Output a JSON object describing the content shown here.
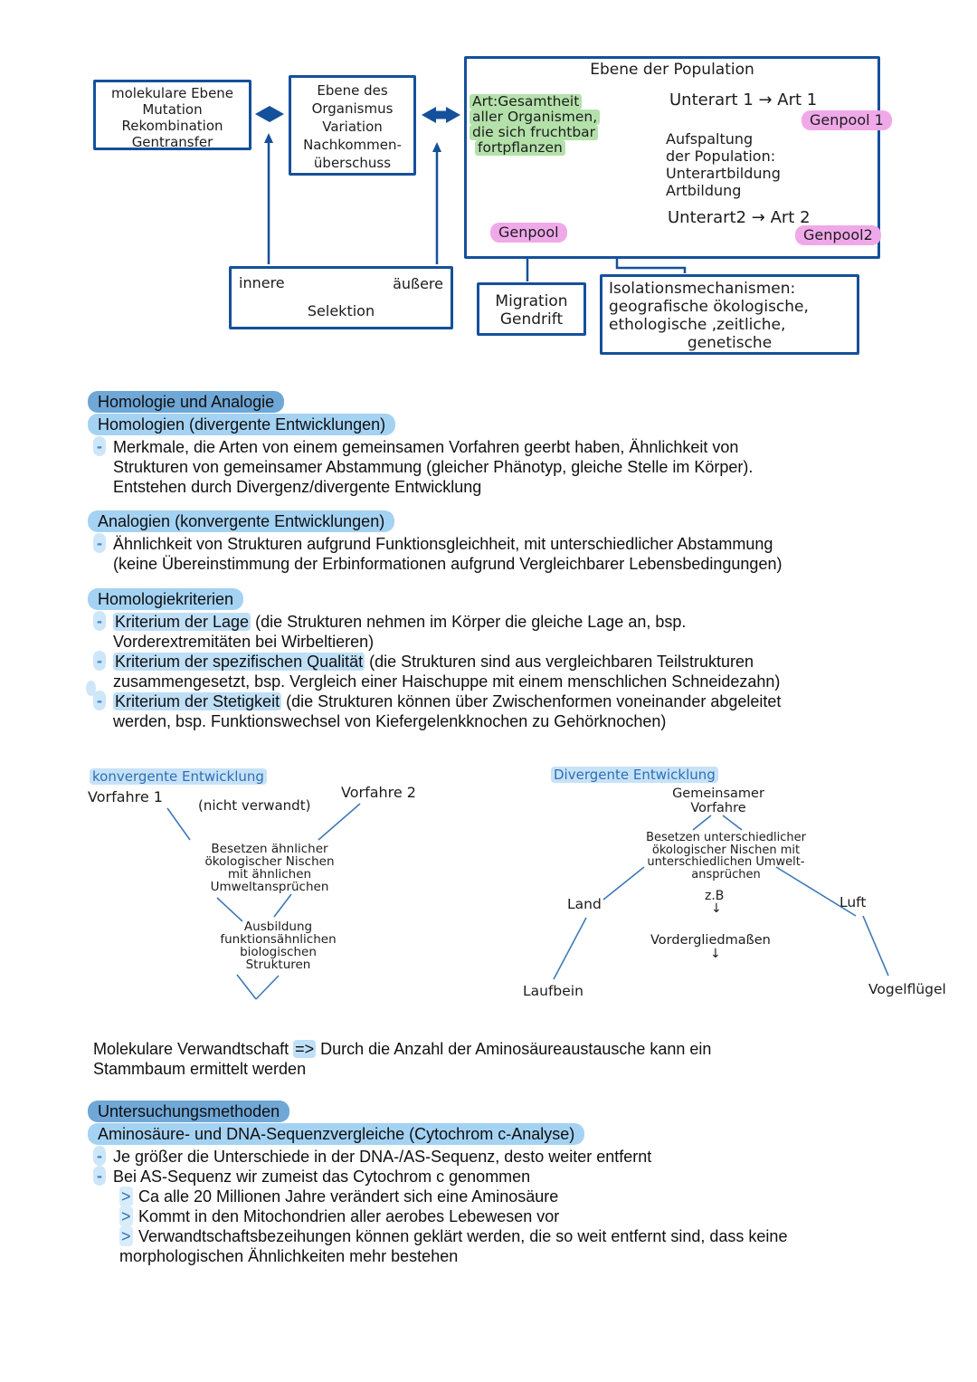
{
  "colors": {
    "diagram_blue": "#15509b",
    "hand_blue": "#2e6fb5",
    "highlight_green": "#b4e1aa",
    "highlight_pink": "#f0a9e8",
    "pill_dark_blue": "#6fa7d7",
    "pill_light_blue": "#a4d2f3",
    "inline_highlight_blue": "#bfdff7"
  },
  "markers": {
    "dash": "-",
    "gt": ">"
  },
  "top_diagram": {
    "molecular_box": {
      "lines": [
        "molekulare Ebene",
        "Mutation",
        "Rekombination",
        "Gentransfer"
      ]
    },
    "organism_box": {
      "lines": [
        "Ebene des",
        "Organismus",
        "Variation",
        "Nachkommen-",
        "überschuss"
      ]
    },
    "population_box": {
      "title": "Ebene der Population",
      "art_lines": [
        "Art:Gesamtheit",
        "aller Organismen,",
        "die sich fruchtbar",
        "fortpflanzen"
      ],
      "subspecies1": "Unterart 1 → Art 1",
      "genpool1": "Genpool 1",
      "split_lines": [
        "Aufspaltung",
        "der Population:",
        "Unterartbildung",
        "Artbildung"
      ],
      "subspecies2": "Unterart2 → Art 2",
      "genpool2": "Genpool2",
      "genpool": "Genpool"
    },
    "selection_box": {
      "inner": "innere",
      "outer": "äußere",
      "label": "Selektion"
    },
    "migration_box": {
      "lines": [
        "Migration",
        "Gendrift"
      ]
    },
    "isolation_box": {
      "lines": [
        "Isolationsmechanismen:",
        "geografische ökologische,",
        "ethologische ,zeitliche,",
        "genetische"
      ]
    }
  },
  "sections": {
    "homologie": {
      "title": "Homologie und Analogie",
      "subtitle": "Homologien (divergente Entwicklungen)",
      "lines": [
        "Merkmale, die Arten von einem gemeinsamen Vorfahren geerbt haben, Ähnlichkeit von",
        "Strukturen von gemeinsamer Abstammung (gleicher Phänotyp, gleiche Stelle im Körper).",
        "Entstehen durch Divergenz/divergente Entwicklung"
      ]
    },
    "analogien": {
      "title": "Analogien (konvergente Entwicklungen)",
      "lines": [
        "Ähnlichkeit von Strukturen aufgrund Funktionsgleichheit, mit unterschiedlicher Abstammung",
        "(keine Übereinstimmung der Erbinformationen aufgrund Vergleichbarer Lebensbedingungen)"
      ]
    },
    "kriterien": {
      "title": "Homologiekriterien",
      "items": [
        {
          "lead": "Kriterium der Lage",
          "rest": " (die Strukturen nehmen im Körper die gleiche Lage an, bsp.",
          "line2": "Vorderextremitäten bei Wirbeltieren)"
        },
        {
          "lead": "Kriterium der spezifischen Qualität",
          "rest": " (die Strukturen sind aus vergleichbaren Teilstrukturen",
          "line2": "zusammengesetzt, bsp. Vergleich einer Haischuppe mit einem menschlichen Schneidezahn)"
        },
        {
          "lead": "Kriterium der Stetigkeit",
          "rest": " (die Strukturen können über Zwischenformen voneinander abgeleitet",
          "line2": "werden, bsp. Funktionswechsel von Kiefergelenkknochen zu Gehörknochen)"
        }
      ]
    },
    "molekular": {
      "lead": "Molekulare Verwandtschaft ",
      "arrow": "=>",
      "rest": " Durch die Anzahl der Aminosäureaustausche kann ein",
      "line2": "Stammbaum ermittelt werden"
    },
    "untersuchung": {
      "title": "Untersuchungsmethoden",
      "subtitle": "Aminosäure- und DNA-Sequenzvergleiche (Cytochrom c-Analyse)",
      "bullets": [
        "Je größer die Unterschiede in der DNA-/AS-Sequenz, desto weiter entfernt",
        "Bei AS-Sequenz wir zumeist das Cytochrom c genommen"
      ],
      "subbullets": [
        "Ca alle 20 Millionen Jahre verändert sich eine Aminosäure",
        "Kommt in den Mitochondrien aller aerobes Lebewesen vor",
        "Verwandtschaftsbezeihungen können geklärt werden, die so weit entfernt sind, dass keine"
      ],
      "continuation": "morphologischen Ähnlichkeiten mehr bestehen"
    }
  },
  "convergent_diagram": {
    "title": "konvergente Entwicklung",
    "ancestor1": "Vorfahre 1",
    "not_related": "(nicht verwandt)",
    "ancestor2": "Vorfahre 2",
    "stage1_lines": [
      "Besetzen ähnlicher",
      "ökologischer Nischen",
      "mit ähnlichen",
      "Umweltansprüchen"
    ],
    "stage2_lines": [
      "Ausbildung",
      "funktionsähnlichen",
      "biologischen",
      "Strukturen"
    ]
  },
  "divergent_diagram": {
    "title": "Divergente Entwicklung",
    "ancestor_lines": [
      "Gemeinsamer",
      "Vorfahre"
    ],
    "stage1_lines": [
      "Besetzen unterschiedlicher",
      "ökologischer Nischen mit",
      "unterschiedlichen Umwelt-",
      "ansprüchen"
    ],
    "example_label": "z.B",
    "down_arrow": "↓",
    "left_branch": "Land",
    "right_branch": "Luft",
    "limb_label": "Vordergliedmaßen",
    "left_result": "Laufbein",
    "right_result": "Vogelflügel"
  }
}
